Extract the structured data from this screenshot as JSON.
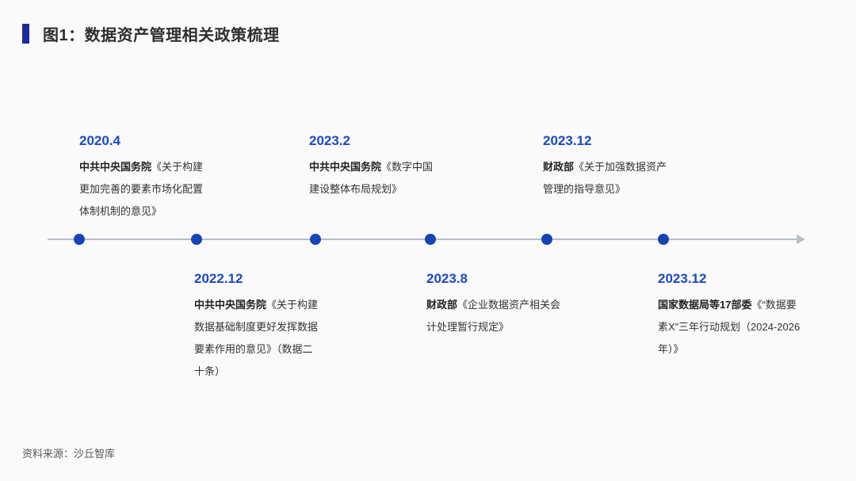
{
  "title": {
    "label": "图1：数据资产管理相关政策梳理"
  },
  "colors": {
    "title_bar_navy": "#1e2b96",
    "date_blue": "#1b49c7",
    "dot_blue": "#1545b5",
    "axis_gray": "#b7bdc8",
    "background": "#fafafa"
  },
  "timeline": {
    "above": [
      {
        "date": "2020.4",
        "issuer": "中共中央国务院",
        "text": "《关于构建更加完善的要素市场化配置体制机制的意见》"
      },
      {
        "date": "2023.2",
        "issuer": "中共中央国务院",
        "text": "《数字中国建设整体布局规划》"
      },
      {
        "date": "2023.12",
        "issuer": "财政部",
        "text": "《关于加强数据资产管理的指导意见》"
      }
    ],
    "below": [
      {
        "date": "2022.12",
        "issuer": "中共中央国务院",
        "text": "《关于构建数据基础制度更好发挥数据要素作用的意见》（数据二十条）"
      },
      {
        "date": "2023.8",
        "issuer": "财政部",
        "text": "《企业数据资产相关会计处理暂行规定》"
      },
      {
        "date": "2023.12",
        "issuer": "国家数据局等17部委",
        "text": "《“数据要素X”三年行动规划（2024-2026年）》"
      }
    ]
  },
  "source": {
    "label": "资料来源：沙丘智库"
  }
}
